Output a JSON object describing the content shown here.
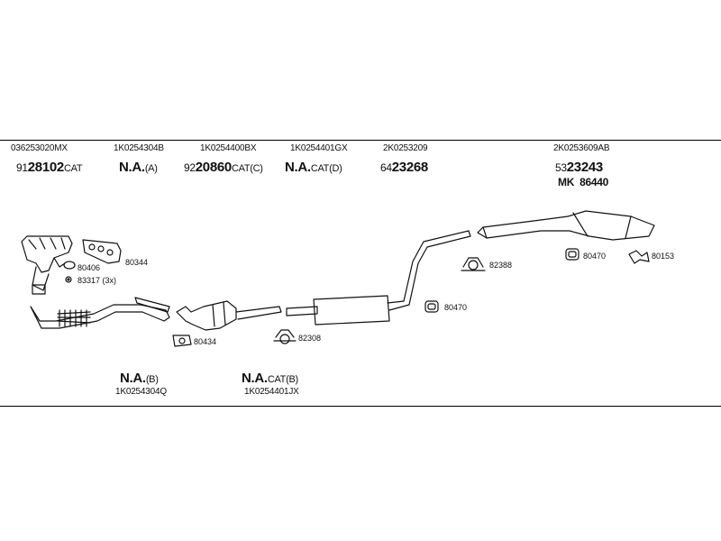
{
  "top_row": [
    {
      "part": "036253020MX",
      "prefix": "91",
      "code": "28102",
      "suffix": "CAT"
    },
    {
      "part": "1K0254304B",
      "code": "N.A.",
      "suffix": "(A)"
    },
    {
      "part": "1K0254400BX",
      "prefix": "92",
      "code": "20860",
      "suffix": "CAT(C)"
    },
    {
      "part": "1K0254401GX",
      "code": "N.A.",
      "suffix": "CAT(D)"
    },
    {
      "part": "2K0253209",
      "prefix": "64",
      "code": "23268",
      "suffix": ""
    },
    {
      "part": "2K0253609AB",
      "prefix": "53",
      "code": "23243",
      "suffix": "",
      "extra": "MK  86440"
    }
  ],
  "bottom_row": [
    {
      "code": "N.A.",
      "suffix": "(B)",
      "part": "1K0254304Q"
    },
    {
      "code": "N.A.",
      "suffix": "CAT(B)",
      "part": "1K0254401JX"
    }
  ],
  "refs": {
    "r80406": "80406",
    "r80344": "80344",
    "r83317": "83317 (3x)",
    "r80434": "80434",
    "r82308": "82308",
    "r82388": "82388",
    "r80470a": "80470",
    "r80470b": "80470",
    "r80153": "80153"
  }
}
